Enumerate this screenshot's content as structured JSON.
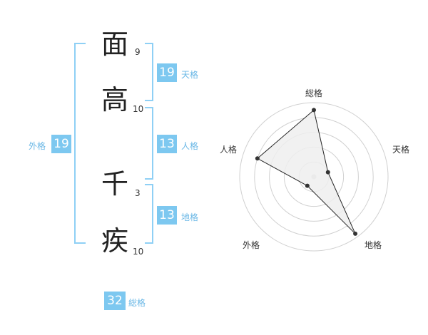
{
  "name": {
    "chars": [
      {
        "char": "面",
        "strokes": "9"
      },
      {
        "char": "高",
        "strokes": "10"
      },
      {
        "char": "千",
        "strokes": "3"
      },
      {
        "char": "疾",
        "strokes": "10"
      }
    ]
  },
  "fortune": {
    "tenkaku": {
      "value": "19",
      "label": "天格"
    },
    "jinkaku": {
      "value": "13",
      "label": "人格"
    },
    "chikaku": {
      "value": "13",
      "label": "地格"
    },
    "gaikaku": {
      "value": "19",
      "label": "外格"
    },
    "soukaku": {
      "value": "32",
      "label": "総格"
    }
  },
  "radar": {
    "axes": [
      "総格",
      "天格",
      "地格",
      "外格",
      "人格"
    ],
    "levels": 5,
    "values": [
      0.9,
      0.2,
      0.95,
      0.15,
      0.8
    ],
    "colors": {
      "fill": "#eeeeee",
      "line": "#222222",
      "grid": "#d0d0d0",
      "point": "#333333",
      "center": "#cccccc"
    }
  }
}
